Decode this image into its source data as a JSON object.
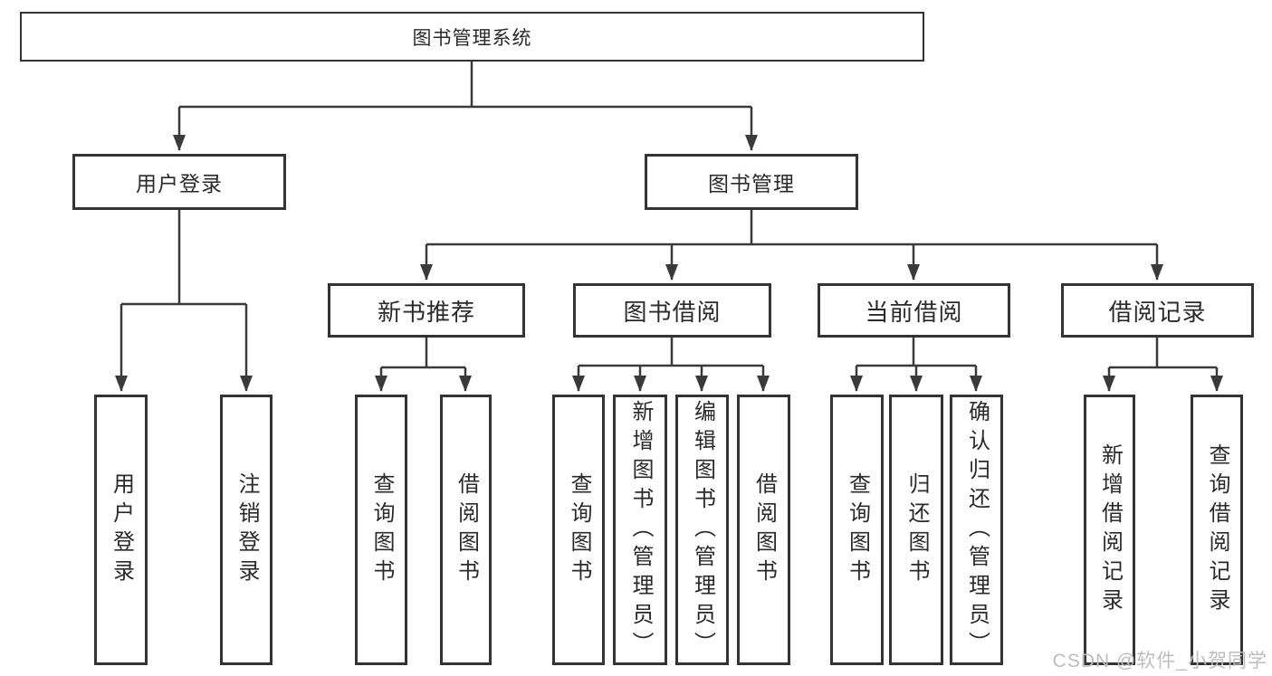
{
  "tree": {
    "label": "图书管理系统",
    "children": [
      {
        "label": "用户登录",
        "children": [
          {
            "label": "用户登录"
          },
          {
            "label": "注销登录"
          }
        ]
      },
      {
        "label": "图书管理",
        "children": [
          {
            "label": "新书推荐",
            "children": [
              {
                "label": "查询图书"
              },
              {
                "label": "借阅图书"
              }
            ]
          },
          {
            "label": "图书借阅",
            "children": [
              {
                "label": "查询图书"
              },
              {
                "label": "新增图书（管理员）"
              },
              {
                "label": "编辑图书（管理员）"
              },
              {
                "label": "借阅图书"
              }
            ]
          },
          {
            "label": "当前借阅",
            "children": [
              {
                "label": "查询图书"
              },
              {
                "label": "归还图书"
              },
              {
                "label": "确认归还（管理员）"
              }
            ]
          },
          {
            "label": "借阅记录",
            "children": [
              {
                "label": "新增借阅记录"
              },
              {
                "label": "查询借阅记录"
              }
            ]
          }
        ]
      }
    ]
  },
  "watermark": "CSDN @软件_小贺同学",
  "colors": {
    "line": "#3a3a3a",
    "box_border": "#333333",
    "text": "#2a2a2a",
    "watermark": "#bdbdbd",
    "background": "#ffffff"
  }
}
